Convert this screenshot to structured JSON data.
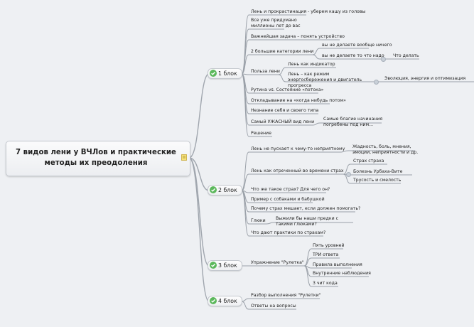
{
  "root": {
    "title": "7 видов лени у ВЧЛов и практические методы их преодоления"
  },
  "blocks": [
    {
      "label": "1 блок",
      "items": [
        {
          "text": "Лень и прокрастинация - уберем кашу из головы"
        },
        {
          "text": "Все уже придумано миллионы лет до вас"
        },
        {
          "text": "Важнейшая задача – понять устройство"
        },
        {
          "text": "2 большие категории лени",
          "children": [
            {
              "text": "вы не делаете вообще ничего"
            },
            {
              "text": "вы не делаете то что надо",
              "children": [
                {
                  "text": "Что делать"
                }
              ]
            }
          ]
        },
        {
          "text": "Польза лени",
          "children": [
            {
              "text": "Лень как индикатор"
            },
            {
              "text": "Лень – как режим энергосбережения и двигатель прогресса",
              "children": [
                {
                  "text": "Эволюция, энергия и оптимизация"
                }
              ]
            }
          ]
        },
        {
          "text": "Рутина vs. Состояние «потока»"
        },
        {
          "text": "Откладывание на «когда нибудь потом»"
        },
        {
          "text": "Незнание себя и своего типа"
        },
        {
          "text": "Самый УЖАСНЫЙ вид лени",
          "children": [
            {
              "text": "Самые благие начинания погребены под ним..."
            }
          ]
        },
        {
          "text": "Решение"
        }
      ]
    },
    {
      "label": "2 блок",
      "items": [
        {
          "text": "Лень не пускает к чему-то неприятному",
          "children": [
            {
              "text": "Жадность, боль, мнения, эмоции, неприятности и др."
            }
          ]
        },
        {
          "text": "Лень как отреченный во времени страх",
          "children": [
            {
              "text": "Страх страха"
            },
            {
              "text": "Болезнь Урбаха-Вите"
            },
            {
              "text": "Трусость и смелость"
            }
          ]
        },
        {
          "text": "Что же такое страх? Для чего он?"
        },
        {
          "text": "Пример с собаками и бабушкой"
        },
        {
          "text": "Почему страх мешает, если должен помогать?"
        },
        {
          "text": "Глюки",
          "children": [
            {
              "text": "Выжили бы наши предки с такими глюками?"
            }
          ]
        },
        {
          "text": "Что дают практики по страхам?"
        }
      ]
    },
    {
      "label": "3 блок",
      "items": [
        {
          "text": "Упражнение \"Рулетка\"",
          "children": [
            {
              "text": "Пять уровней"
            },
            {
              "text": "ТРИ ответа"
            },
            {
              "text": "Правила выполнения"
            },
            {
              "text": "Внутренние наблюдения"
            },
            {
              "text": "3 чит кода"
            }
          ]
        }
      ]
    },
    {
      "label": "4 блок",
      "items": [
        {
          "text": "Разбор выполнения \"Рулетки\""
        },
        {
          "text": "Ответы на вопросы"
        }
      ]
    }
  ],
  "colors": {
    "background": "#eef0f3",
    "line": "#9aa0a8",
    "check": "#5cb85c"
  },
  "icons": {
    "block_status": "checkmark-icon",
    "root_note": "note-icon",
    "collapse": "collapse-dot-icon"
  }
}
